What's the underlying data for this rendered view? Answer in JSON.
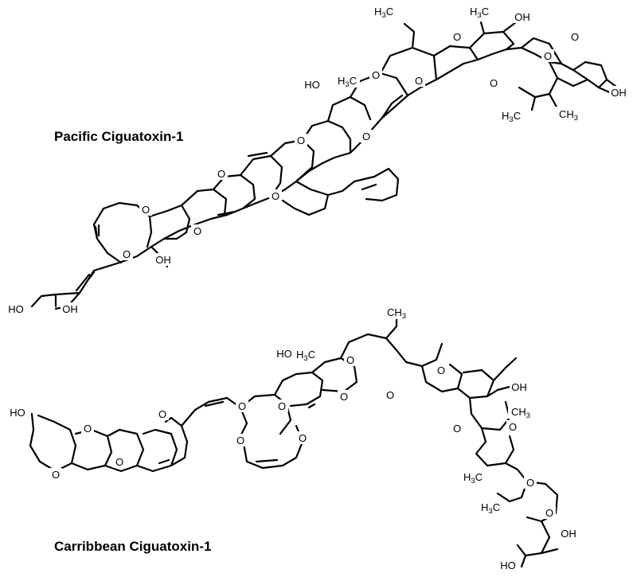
{
  "molecules": [
    {
      "name": "Pacific Ciguatoxin-1",
      "atoms": {
        "o": "O",
        "oh": "OH",
        "ho": "HO",
        "h3c": [
          "H",
          "3",
          "C"
        ],
        "ch3": [
          "CH",
          "3"
        ]
      }
    },
    {
      "name": "Carribbean Ciguatoxin-1",
      "atoms": {
        "o": "O",
        "oh": "OH",
        "ho": "HO",
        "h3c": [
          "H",
          "3",
          "C"
        ],
        "ch3": [
          "CH",
          "3"
        ]
      }
    }
  ]
}
